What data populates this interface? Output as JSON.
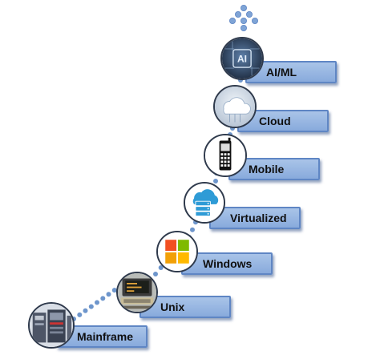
{
  "diagram": {
    "stages": [
      {
        "label": "Mainframe",
        "icon": "mainframe-icon"
      },
      {
        "label": "Unix",
        "icon": "unix-terminal-icon"
      },
      {
        "label": "Windows",
        "icon": "windows-logo-icon"
      },
      {
        "label": "Virtualized",
        "icon": "virtualized-server-icon"
      },
      {
        "label": "Mobile",
        "icon": "mobile-phone-icon"
      },
      {
        "label": "Cloud",
        "icon": "cloud-icon"
      },
      {
        "label": "AI/ML",
        "icon": "ai-chip-icon",
        "badge": "AI"
      }
    ],
    "continuation_icon": "dotted-up-arrow-icon",
    "colors": {
      "step_fill": "#9bb8e2",
      "step_border": "#5f86c4",
      "dot": "#6e96cc"
    }
  }
}
